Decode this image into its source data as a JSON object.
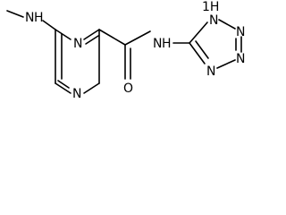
{
  "molecule": {
    "atoms": {
      "methyl_n": "N",
      "methyl_h": "H",
      "pyrazine_n_top": "N",
      "pyrazine_n_bottom": "N",
      "amide_n": "N",
      "amide_h": "H",
      "carbonyl_o": "O",
      "tetrazole_n1": "N",
      "tetrazole_n1_h": "1H",
      "tetrazole_n2": "N",
      "tetrazole_n3": "N",
      "tetrazole_n4": "N"
    },
    "colors": {
      "bond": "#000000",
      "text": "#000000",
      "background": "#ffffff"
    }
  }
}
